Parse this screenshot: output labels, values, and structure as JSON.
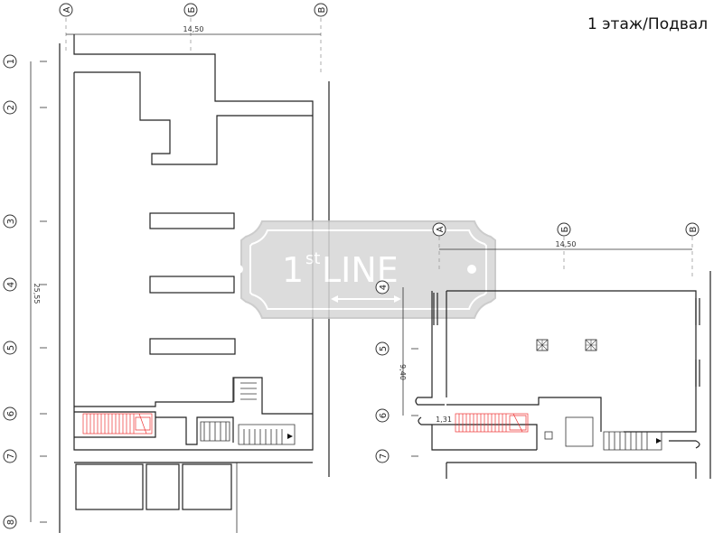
{
  "title": "1 этаж/Подвал",
  "watermark": {
    "text_main": "1",
    "text_sup": "st",
    "text_tail": " LINE",
    "color": "#bdbdbd"
  },
  "plan_left": {
    "axes_letters": [
      "А",
      "Б",
      "В"
    ],
    "axes_numbers": [
      "1",
      "2",
      "3",
      "4",
      "5",
      "6",
      "7",
      "8"
    ],
    "dim_width": "14,50",
    "dim_height": "25,55"
  },
  "plan_right": {
    "axes_letters": [
      "А",
      "Б",
      "В"
    ],
    "axes_numbers": [
      "4",
      "5",
      "6",
      "7"
    ],
    "dim_width": "14,50",
    "dim_height": "9,40",
    "dim_small": "1,31"
  },
  "colors": {
    "stair_red": "#e33333",
    "wall": "#222222"
  }
}
